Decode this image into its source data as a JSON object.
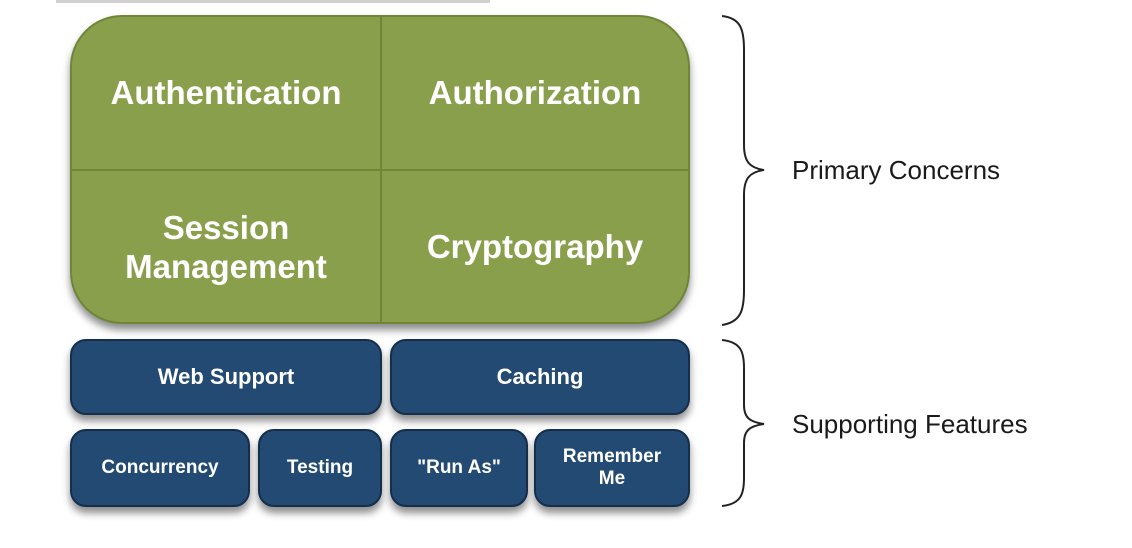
{
  "primary": {
    "authentication": "Authentication",
    "authorization": "Authorization",
    "session_line1": "Session",
    "session_line2": "Management",
    "cryptography": "Cryptography"
  },
  "supporting": {
    "web_support": "Web Support",
    "caching": "Caching",
    "concurrency": "Concurrency",
    "testing": "Testing",
    "run_as": "\"Run As\"",
    "remember_line1": "Remember",
    "remember_line2": "Me"
  },
  "labels": {
    "primary_concerns": "Primary Concerns",
    "supporting_features": "Supporting Features"
  },
  "colors": {
    "primary_fill": "#8a9f4b",
    "supporting_fill": "#234a72",
    "text": "#ffffff"
  }
}
